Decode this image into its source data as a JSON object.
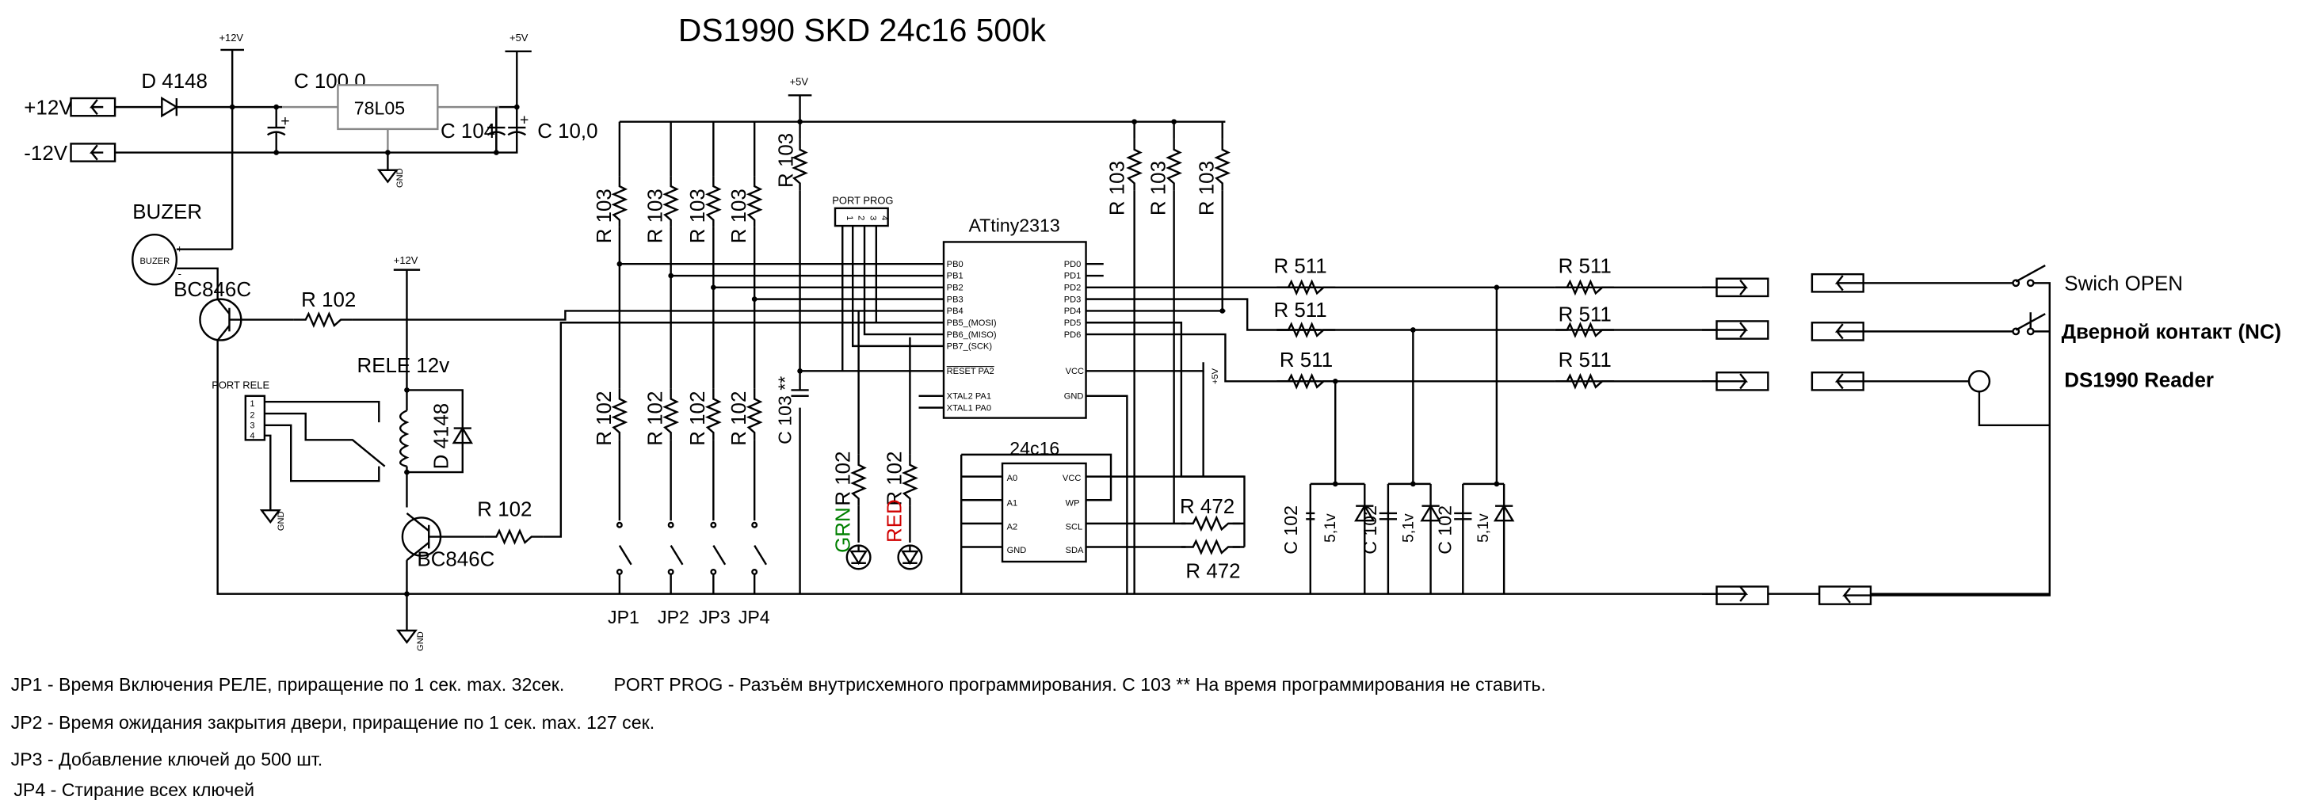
{
  "title": "DS1990 SKD 24c16  500k",
  "power": {
    "in_pos": "+12V",
    "in_neg": "-12V",
    "diode": "D 4148",
    "cap_in": "C 100,0",
    "regulator": "78L05",
    "cap_104": "C 104",
    "cap_10": "C 10,0",
    "rail12": "+12V",
    "rail5": "+5V",
    "gnd": "GND"
  },
  "buzzer": {
    "label": "BUZER",
    "inner": "BUZER",
    "plus": "+",
    "minus": "-",
    "transistor": "BC846C",
    "resistor": "R 102"
  },
  "relay": {
    "label": "RELE 12v",
    "port": "PORT RELE",
    "pins": [
      "1",
      "2",
      "3",
      "4"
    ],
    "diode": "D 4148",
    "transistor": "BC846C",
    "resistor": "R 102",
    "rail": "+12V",
    "gnd": "GND",
    "gnd2": "GND"
  },
  "pullups": [
    "R 103",
    "R 103",
    "R 103",
    "R 103"
  ],
  "pulldowns": [
    "R 102",
    "R 102",
    "R 102",
    "R 102"
  ],
  "jumpers": [
    "JP1",
    "JP2",
    "JP3",
    "JP4"
  ],
  "r103_reset": "R 103",
  "rail5_mid": "+5V",
  "c103": "C 103 **",
  "port_prog": {
    "label": "PORT PROG",
    "pins": [
      "1",
      "2",
      "3",
      "4"
    ]
  },
  "leds": {
    "green_r": "R 102",
    "green": "GRN",
    "red_r": "R 102",
    "red": "RED",
    "green_color": "#008000",
    "red_color": "#d00000"
  },
  "mcu": {
    "name": "ATtiny2313",
    "left_pins": [
      "PB0",
      "PB1",
      "PB2",
      "PB3",
      "PB4",
      "PB5_(MOSI)",
      "PB6_(MISO)",
      "PB7_(SCK)"
    ],
    "reset": "RESET PA2",
    "xtal2": "XTAL2 PA1",
    "xtal1": "XTAL1 PA0",
    "right_pins": [
      "PD0",
      "PD1",
      "PD2",
      "PD3",
      "PD4",
      "PD5",
      "PD6"
    ],
    "vcc": "VCC",
    "gnd": "GND",
    "vcc_tag": "+5V"
  },
  "right_pullups": [
    "R 103",
    "R 103",
    "R 103"
  ],
  "eeprom": {
    "name": "24c16",
    "left_pins": [
      "A0",
      "A1",
      "A2",
      "GND"
    ],
    "right_pins": [
      "VCC",
      "WP",
      "SCL",
      "SDA"
    ],
    "r1": "R 472",
    "r2": "R 472"
  },
  "series_left": [
    "R 511",
    "R 511",
    "R 511"
  ],
  "series_right": [
    "R 511",
    "R 511",
    "R 511"
  ],
  "protect": [
    {
      "cap": "C 102",
      "zener": "5,1v"
    },
    {
      "cap": "C 102",
      "zener": "5,1v"
    },
    {
      "cap": "C 102",
      "zener": "5,1v"
    }
  ],
  "external": [
    "Swich OPEN",
    "Дверной контакт (NC)",
    "DS1990 Reader"
  ],
  "notes": {
    "jp1": "JP1 - Время Включения РЕЛЕ, приращение по 1 сек. max. 32сек.",
    "prog": "PORT PROG - Разъём внутрисхемного программирования. C 103 ** На время программирования не ставить.",
    "jp2": "JP2 - Время ожидания закрытия двери, приращение по 1 сек. max. 127 сек.",
    "jp3": "JP3 - Добавление ключей до 500 шт.",
    "jp4": "JP4 - Стирание всех ключей"
  }
}
